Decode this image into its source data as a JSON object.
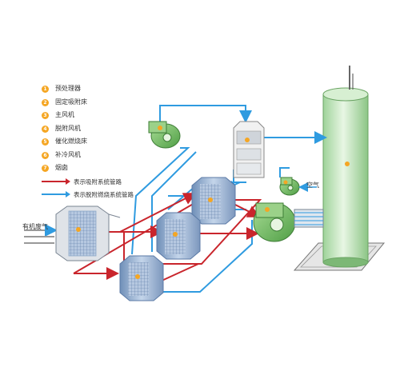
{
  "legend": {
    "items": [
      {
        "num": "1",
        "text": "预处理器"
      },
      {
        "num": "2",
        "text": "固定吸附床"
      },
      {
        "num": "3",
        "text": "主风机"
      },
      {
        "num": "4",
        "text": "脱附风机"
      },
      {
        "num": "5",
        "text": "催化燃烧床"
      },
      {
        "num": "6",
        "text": "补冷风机"
      },
      {
        "num": "7",
        "text": "烟囱"
      }
    ],
    "red_line": "表示吸附系统管路",
    "blue_line": "表示脱附燃烧系统管路"
  },
  "labels": {
    "inlet": "有机废气",
    "air": "空气"
  },
  "colors": {
    "adsorption_line": "#c9252c",
    "desorption_line": "#2f9be0",
    "chimney": "#bfe3b8",
    "fan": "#7cc36b",
    "bed": "#8fa9c9",
    "marker": "#f5a623"
  }
}
